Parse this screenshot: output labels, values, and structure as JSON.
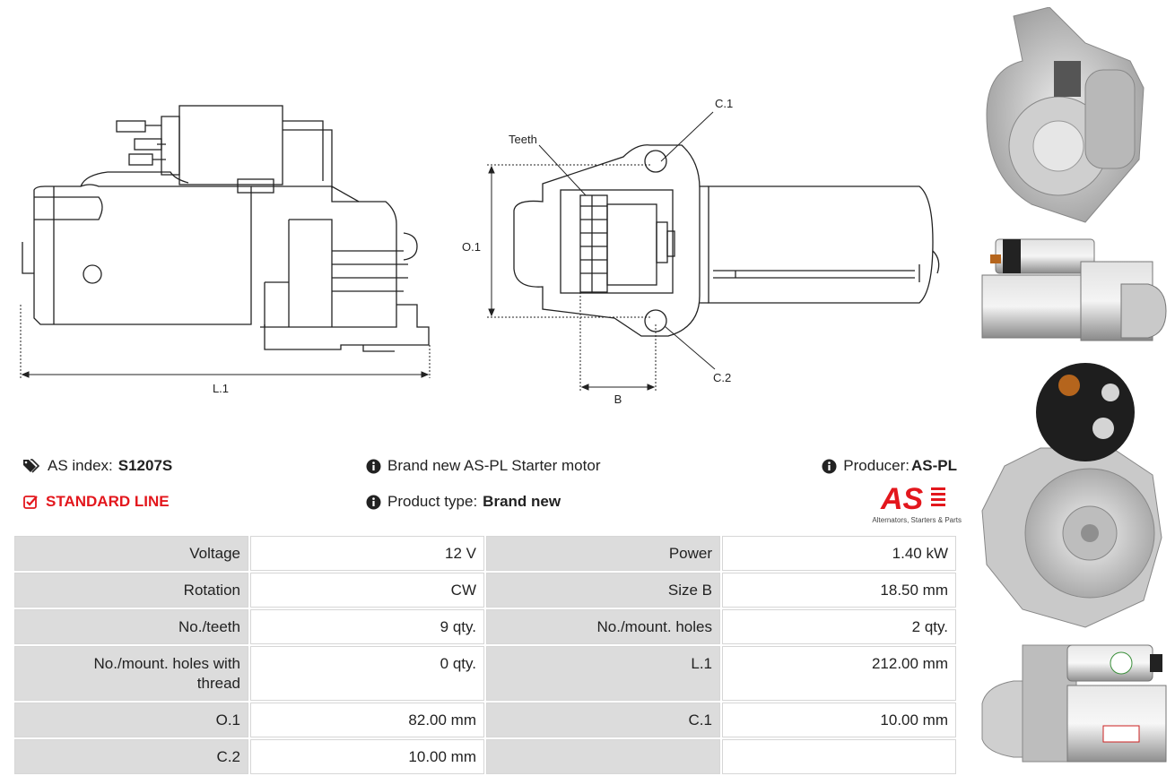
{
  "drawing": {
    "labels": {
      "l1": "L.1",
      "o1": "O.1",
      "b": "B",
      "c1": "C.1",
      "c2": "C.2",
      "teeth": "Teeth"
    }
  },
  "product": {
    "as_index_label": "AS index:",
    "as_index_value": "S1207S",
    "line": "STANDARD LINE",
    "description": "Brand new AS-PL Starter motor",
    "product_type_label": "Product type:",
    "product_type_value": "Brand new",
    "producer_label": "Producer:",
    "producer_value": "AS-PL",
    "logo_text": "AS",
    "logo_tagline": "Alternators, Starters & Parts"
  },
  "specs": [
    [
      "Voltage",
      "12 V",
      "Power",
      "1.40 kW"
    ],
    [
      "Rotation",
      "CW",
      "Size B",
      "18.50 mm"
    ],
    [
      "No./teeth",
      "9 qty.",
      "No./mount. holes",
      "2 qty."
    ],
    [
      "No./mount. holes with thread",
      "0 qty.",
      "L.1",
      "212.00 mm"
    ],
    [
      "O.1",
      "82.00 mm",
      "C.1",
      "10.00 mm"
    ],
    [
      "C.2",
      "10.00 mm",
      "",
      ""
    ]
  ],
  "colors": {
    "accent_red": "#e3171d",
    "table_key_bg": "#dcdcdc",
    "table_border": "#d6d6d6"
  },
  "icons": [
    "tags-icon",
    "check-square-icon",
    "info-circle-icon"
  ]
}
